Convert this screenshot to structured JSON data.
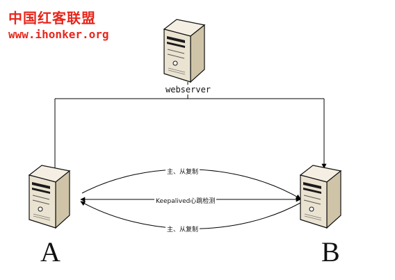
{
  "watermark": {
    "title": "中国红客联盟",
    "url": "www.ihonker.org"
  },
  "nodes": {
    "webserver": "webserver",
    "a": "A",
    "b": "B"
  },
  "links": {
    "replication_top": "主、从复制",
    "heartbeat": "Keepalived心跳检测",
    "replication_bottom": "主、从复制"
  },
  "colors": {
    "watermark": "#e8261c",
    "lines": "#000000",
    "server_body": "#ebe3d1",
    "server_dark": "#1a1a1a"
  }
}
